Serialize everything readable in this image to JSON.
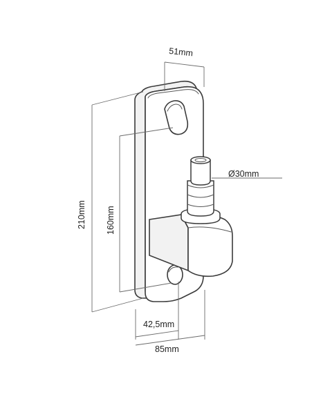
{
  "dimensions": {
    "depth": "51mm",
    "pin_diameter": "Ø30mm",
    "total_height": "210mm",
    "hole_spacing": "160mm",
    "pin_offset": "42,5mm",
    "total_width": "85mm"
  }
}
